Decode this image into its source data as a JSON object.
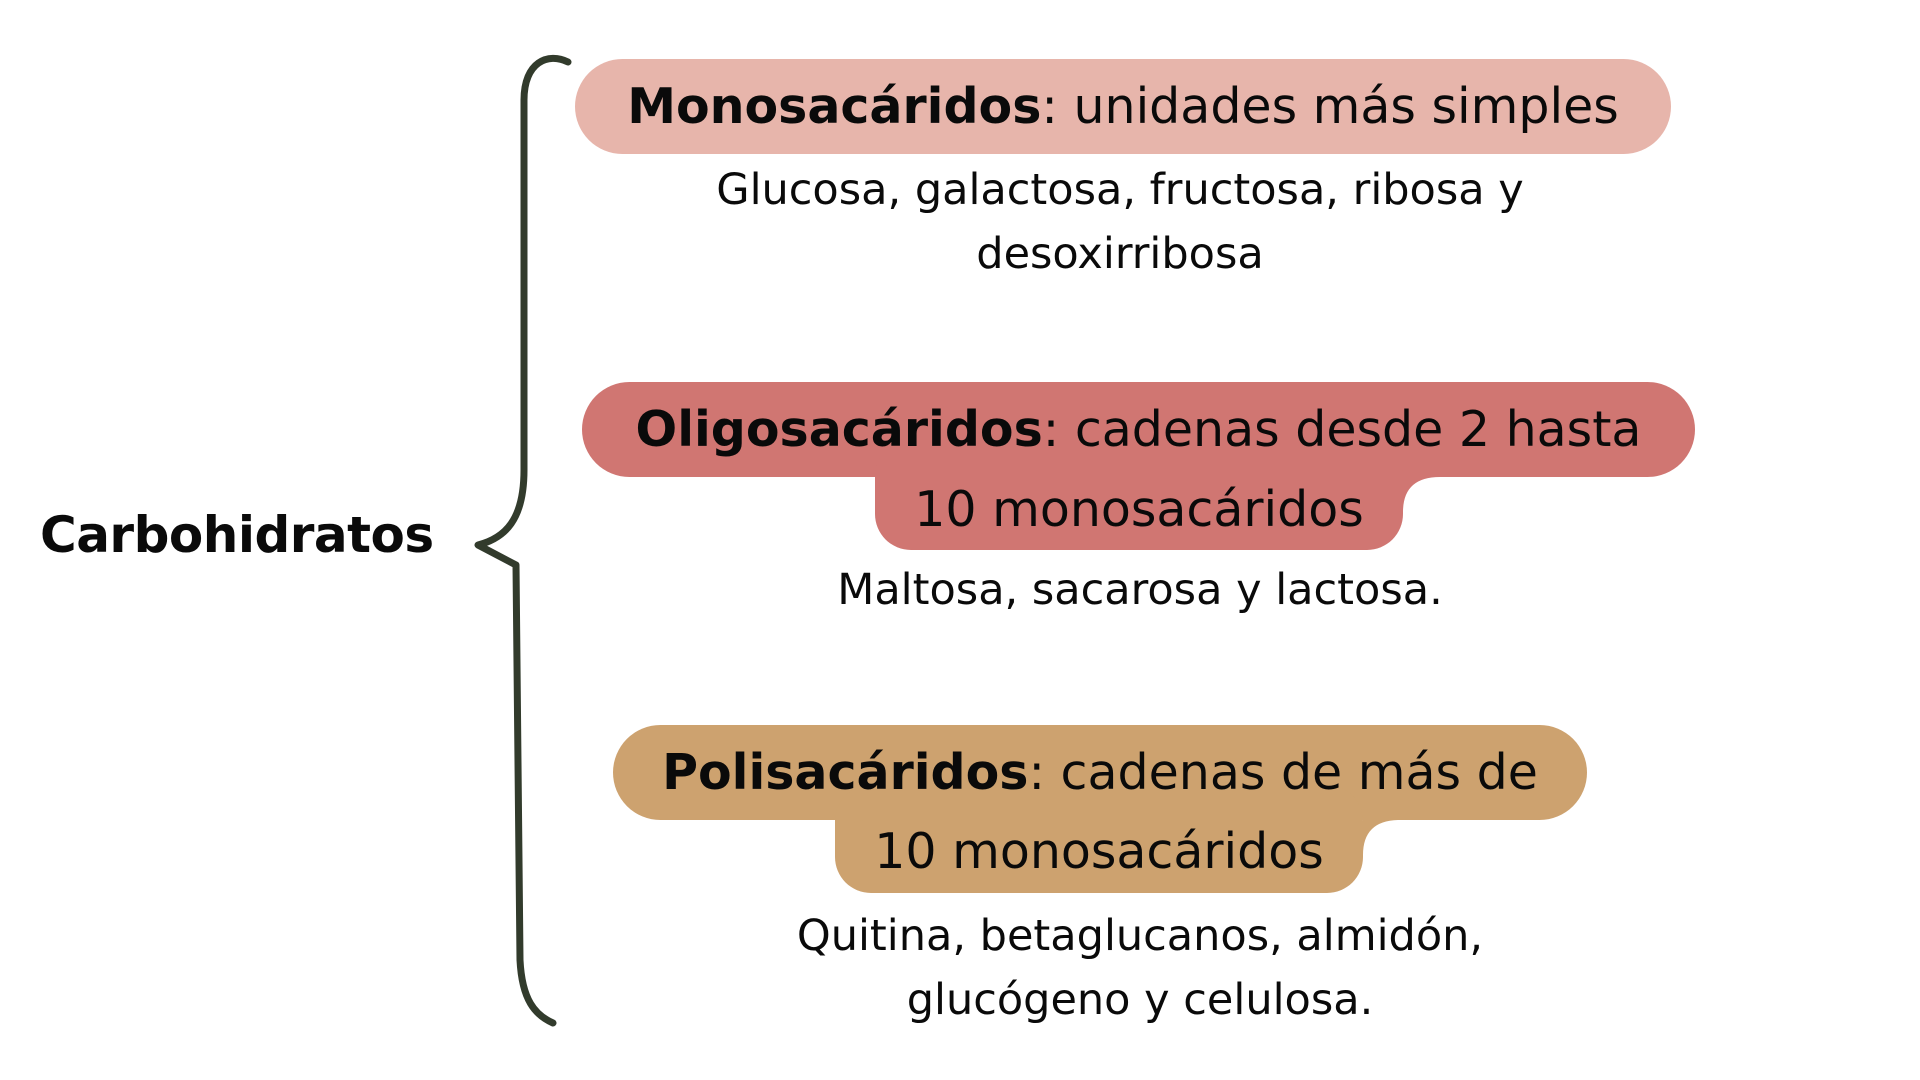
{
  "root": {
    "label": "Carbohidratos"
  },
  "colors": {
    "brace": "#323b2c",
    "mono": "#e7b5ab",
    "oligo": "#d07672",
    "poli": "#cda26f",
    "text": "#0a0a0a",
    "background": "#ffffff"
  },
  "branches": [
    {
      "term": "Monosacáridos",
      "definition_line1": ": unidades más simples",
      "definition_line2": "",
      "examples_line1": "Glucosa, galactosa, fructosa, ribosa y",
      "examples_line2": "desoxirribosa"
    },
    {
      "term": "Oligosacáridos",
      "definition_line1": ": cadenas desde 2 hasta",
      "definition_line2": "10 monosacáridos",
      "examples_line1": "Maltosa, sacarosa y lactosa.",
      "examples_line2": ""
    },
    {
      "term": "Polisacáridos",
      "definition_line1": ": cadenas de más de",
      "definition_line2": "10 monosacáridos",
      "examples_line1": "Quitina, betaglucanos, almidón,",
      "examples_line2": "glucógeno y celulosa."
    }
  ]
}
